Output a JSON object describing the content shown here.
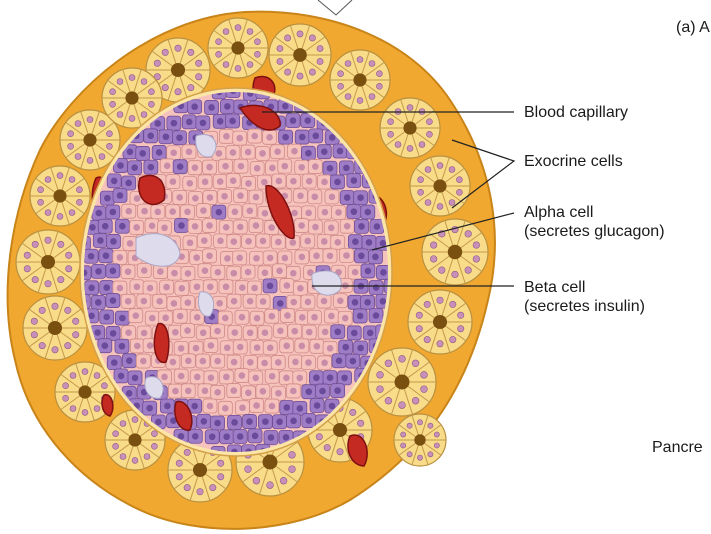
{
  "header_partial": "(a) A",
  "footer_partial": "Pancre",
  "labels": {
    "blood_capillary": "Blood capillary",
    "exocrine_cells": "Exocrine cells",
    "alpha_cell_line1": "Alpha cell",
    "alpha_cell_line2": "(secretes glucagon)",
    "beta_cell_line1": "Beta cell",
    "beta_cell_line2": "(secretes insulin)"
  },
  "colors": {
    "connective_tissue": "#f0a830",
    "exocrine_acinus": "#f8dc8a",
    "acinus_lumen": "#7a5010",
    "zymogen_granule": "#c890b8",
    "beta_cell": "#f6c2bc",
    "beta_nucleus": "#c88ca8",
    "alpha_cell": "#9e7cc6",
    "capillary": "#c42a22",
    "capillary_inner": "#7e1010",
    "duct_pale": "#dedcec"
  }
}
